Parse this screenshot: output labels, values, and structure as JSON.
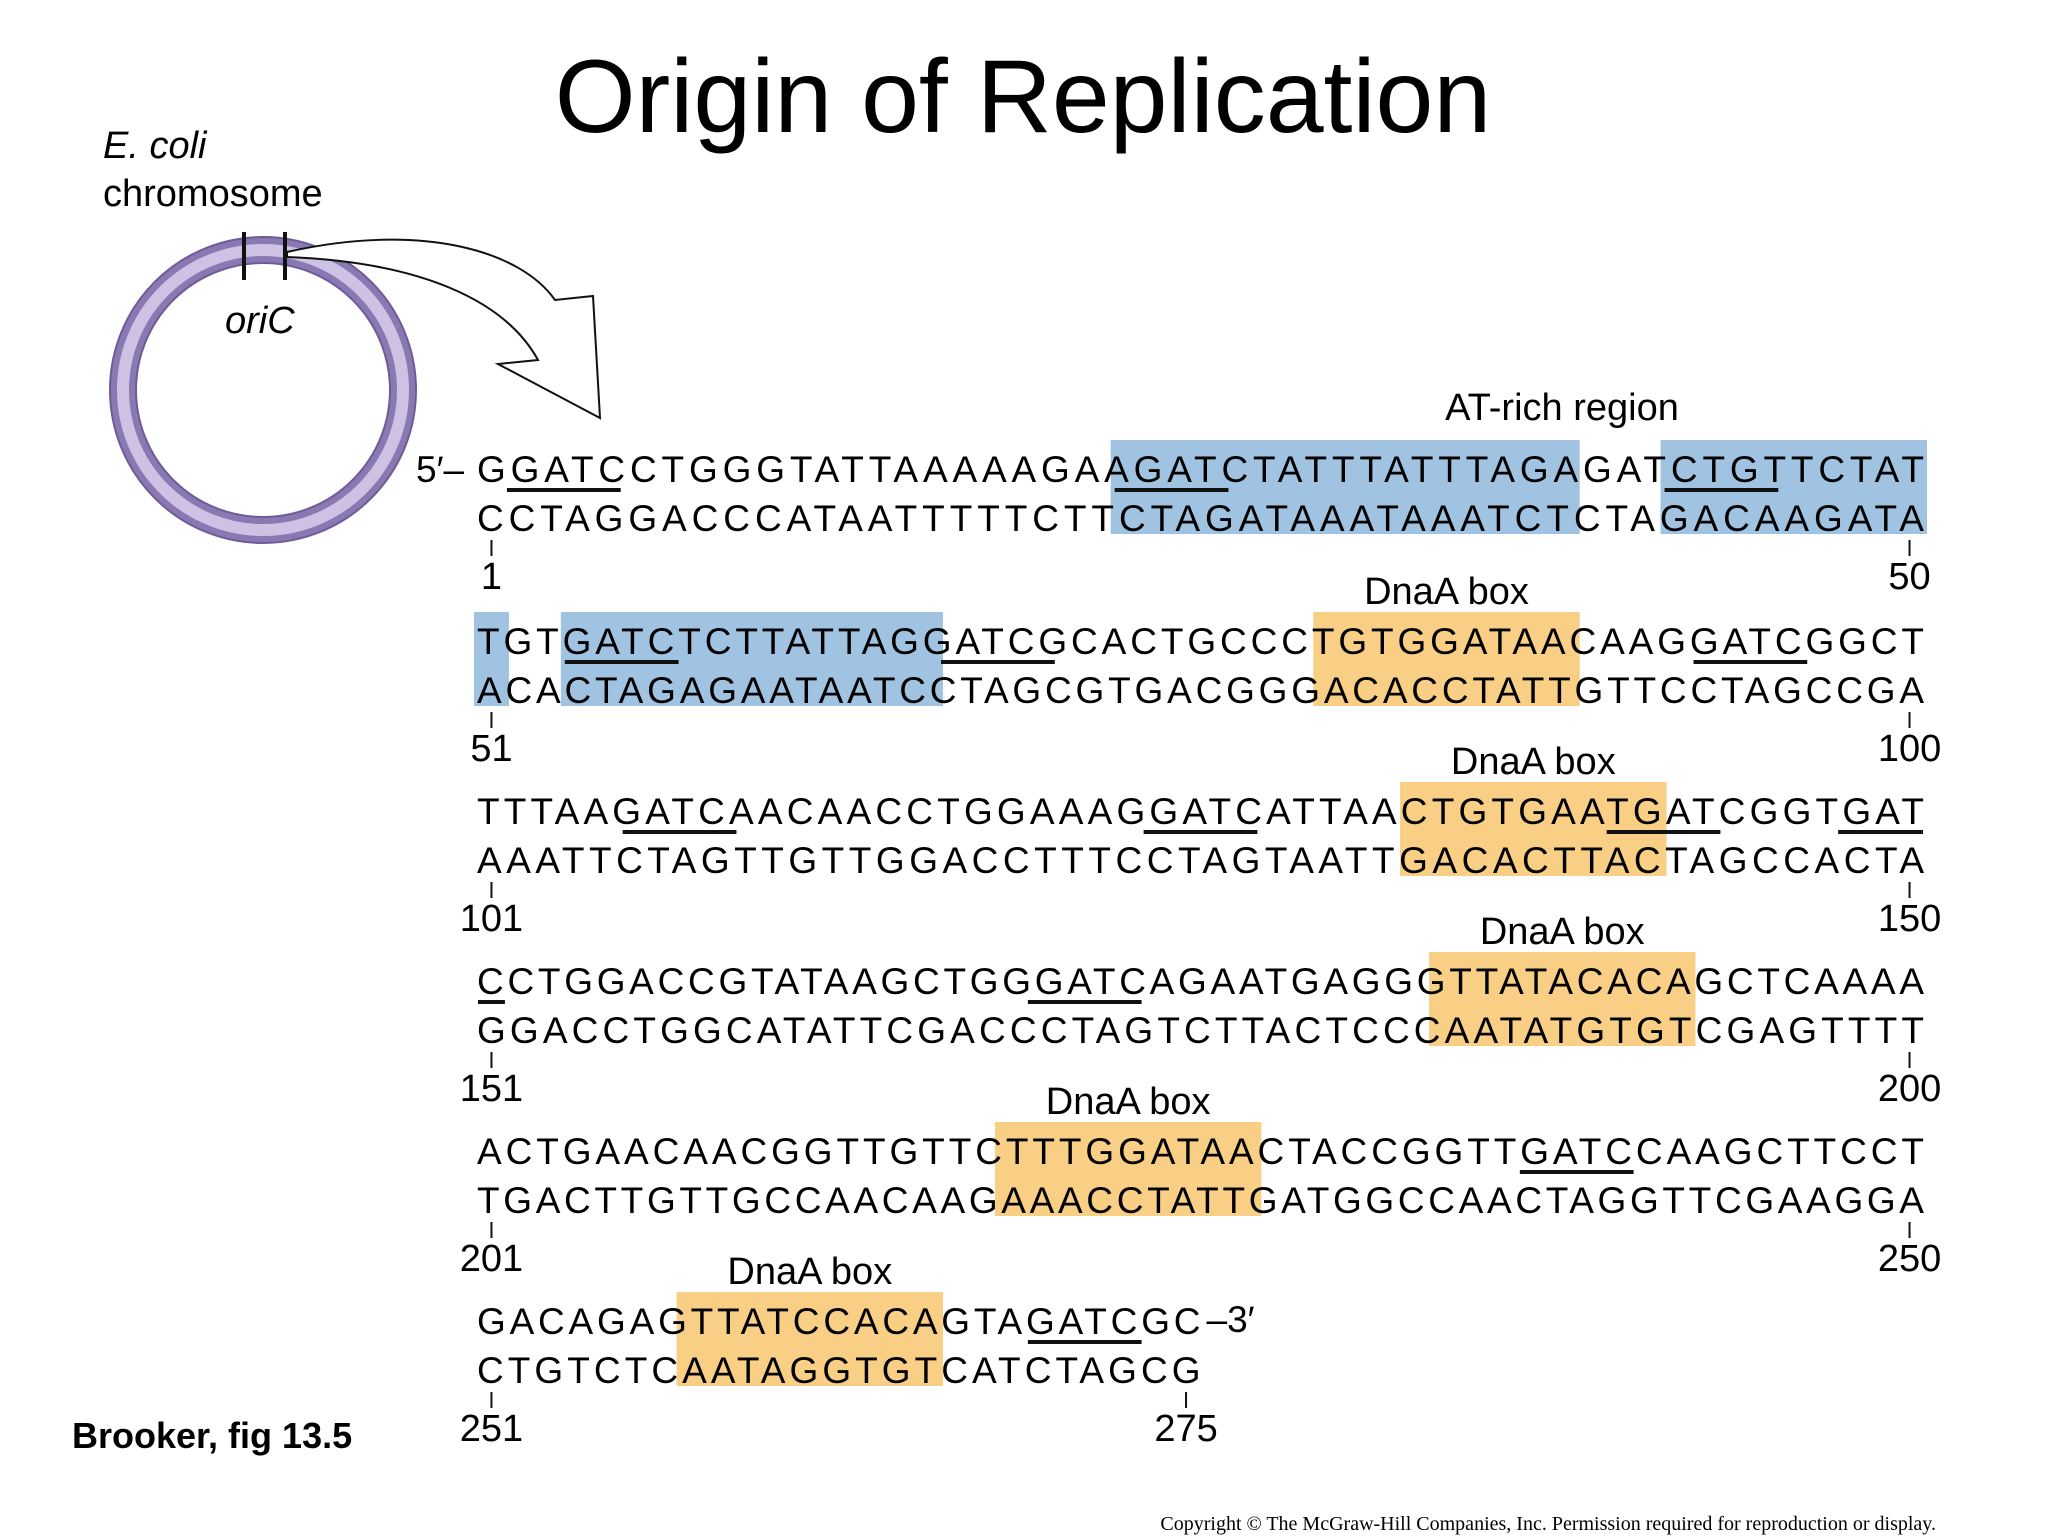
{
  "title": "Origin of Replication",
  "chromosome_label": [
    "E. coli",
    "chromosome"
  ],
  "oric_label": "oriC",
  "at_rich_label": "AT-rich region",
  "dnaa_label": "DnaA box",
  "prime5": "5′–",
  "prime3": "–3′",
  "rows": [
    {
      "top": "GGATCCTGGGTATTAAAAAGAAGATCTATTTATTTAGAGATCTGTTCTAT",
      "bottom": "CCTAGGACCCATAATTTTTCTTCTAGATAAATAAATCTCTAGACAAGATA",
      "start": "1",
      "end": "50"
    },
    {
      "top": "TGTGATCTCTTATTAGGATCGCACTGCCCTGTGGATAACAAGGATCGGCT",
      "bottom": "ACACTAGAGAATAATCCTAGCGTGACGGGACACCTATTGTTCCTAGCCGA",
      "start": "51",
      "end": "100"
    },
    {
      "top": "TTTAAGATCAACAACCTGGAAAGGATCATTAACTGTGAATGATCGGTGAT",
      "bottom": "AAATTCTAGTTGTTGGACCTTTCCTAGTAATTGACACTTACTAGCCACTA",
      "start": "101",
      "end": "150"
    },
    {
      "top": "CCTGGACCGTATAAGCTGGGATCAGAATGAGGGTTATACACAGCTCAAAA",
      "bottom": "GGACCTGGCATATTCGACCCTAGTCTTACTCCCAATATGTGTCGAGTTTT",
      "start": "151",
      "end": "200"
    },
    {
      "top": "ACTGAACAACGGTTGTTCTTTGGATAACTACCGGTTGATCCAAGCTTCCT",
      "bottom": "TGACTTGTTGCCAACAAGAAACCTATTGATGGCCAACTAGGTTCGAAGGA",
      "start": "201",
      "end": "250"
    },
    {
      "top": "GACAGAGTTATCCACAGTAGATCGC",
      "bottom": "CTGTCTCAATAGGTGTCATCTAGCG",
      "start": "251",
      "end": "275"
    }
  ],
  "caption": "Brooker, fig 13.5",
  "copyright": "Copyright © The McGraw-Hill Companies, Inc. Permission required for reproduction or display.",
  "colors": {
    "at_rich": "#9fc3e0",
    "dnaa": "#f8cf84",
    "ring_outer": "#9b8bbf",
    "ring_inner": "#cdc2e4",
    "text": "#111111"
  }
}
